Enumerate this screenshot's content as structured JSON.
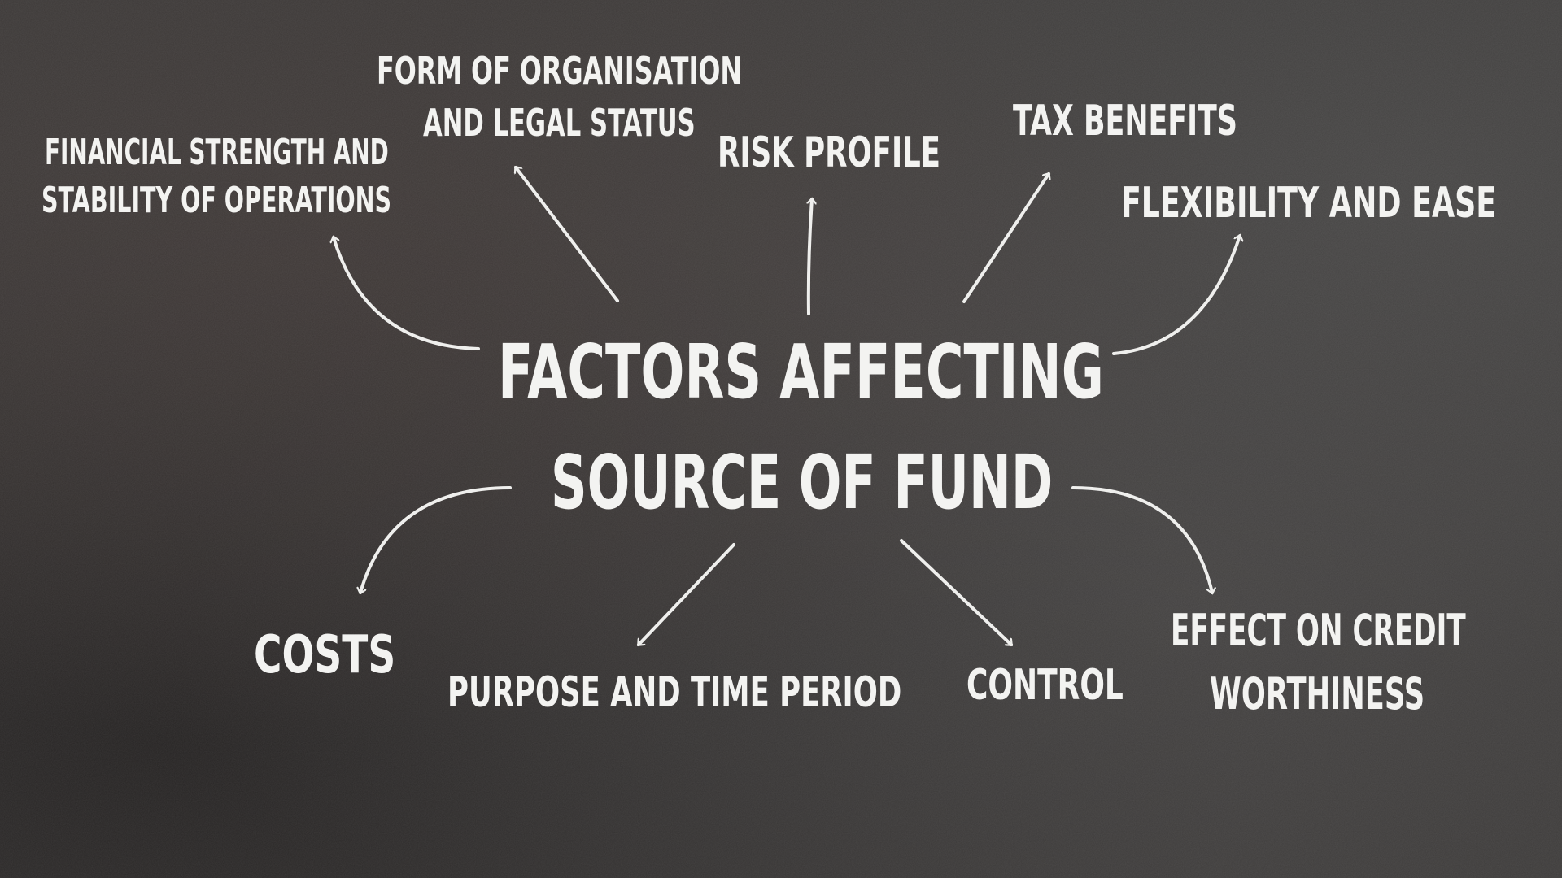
{
  "title": {
    "line1": "FACTORS AFFECTING",
    "line2": "SOURCE OF FUND"
  },
  "factors": [
    {
      "lines": [
        "FORM OF ORGANISATION",
        "AND LEGAL STATUS"
      ]
    },
    {
      "lines": [
        "FINANCIAL STRENGTH AND",
        "STABILITY OF OPERATIONS"
      ]
    },
    {
      "lines": [
        "RISK PROFILE"
      ]
    },
    {
      "lines": [
        "TAX BENEFITS"
      ]
    },
    {
      "lines": [
        "FLEXIBILITY AND EASE"
      ]
    },
    {
      "lines": [
        "COSTS"
      ]
    },
    {
      "lines": [
        "PURPOSE AND TIME PERIOD"
      ]
    },
    {
      "lines": [
        "CONTROL"
      ]
    },
    {
      "lines": [
        "EFFECT ON CREDIT",
        "WORTHINESS"
      ]
    }
  ],
  "colors": {
    "chalk": "#f3f3f1",
    "board": "#3a3837"
  }
}
